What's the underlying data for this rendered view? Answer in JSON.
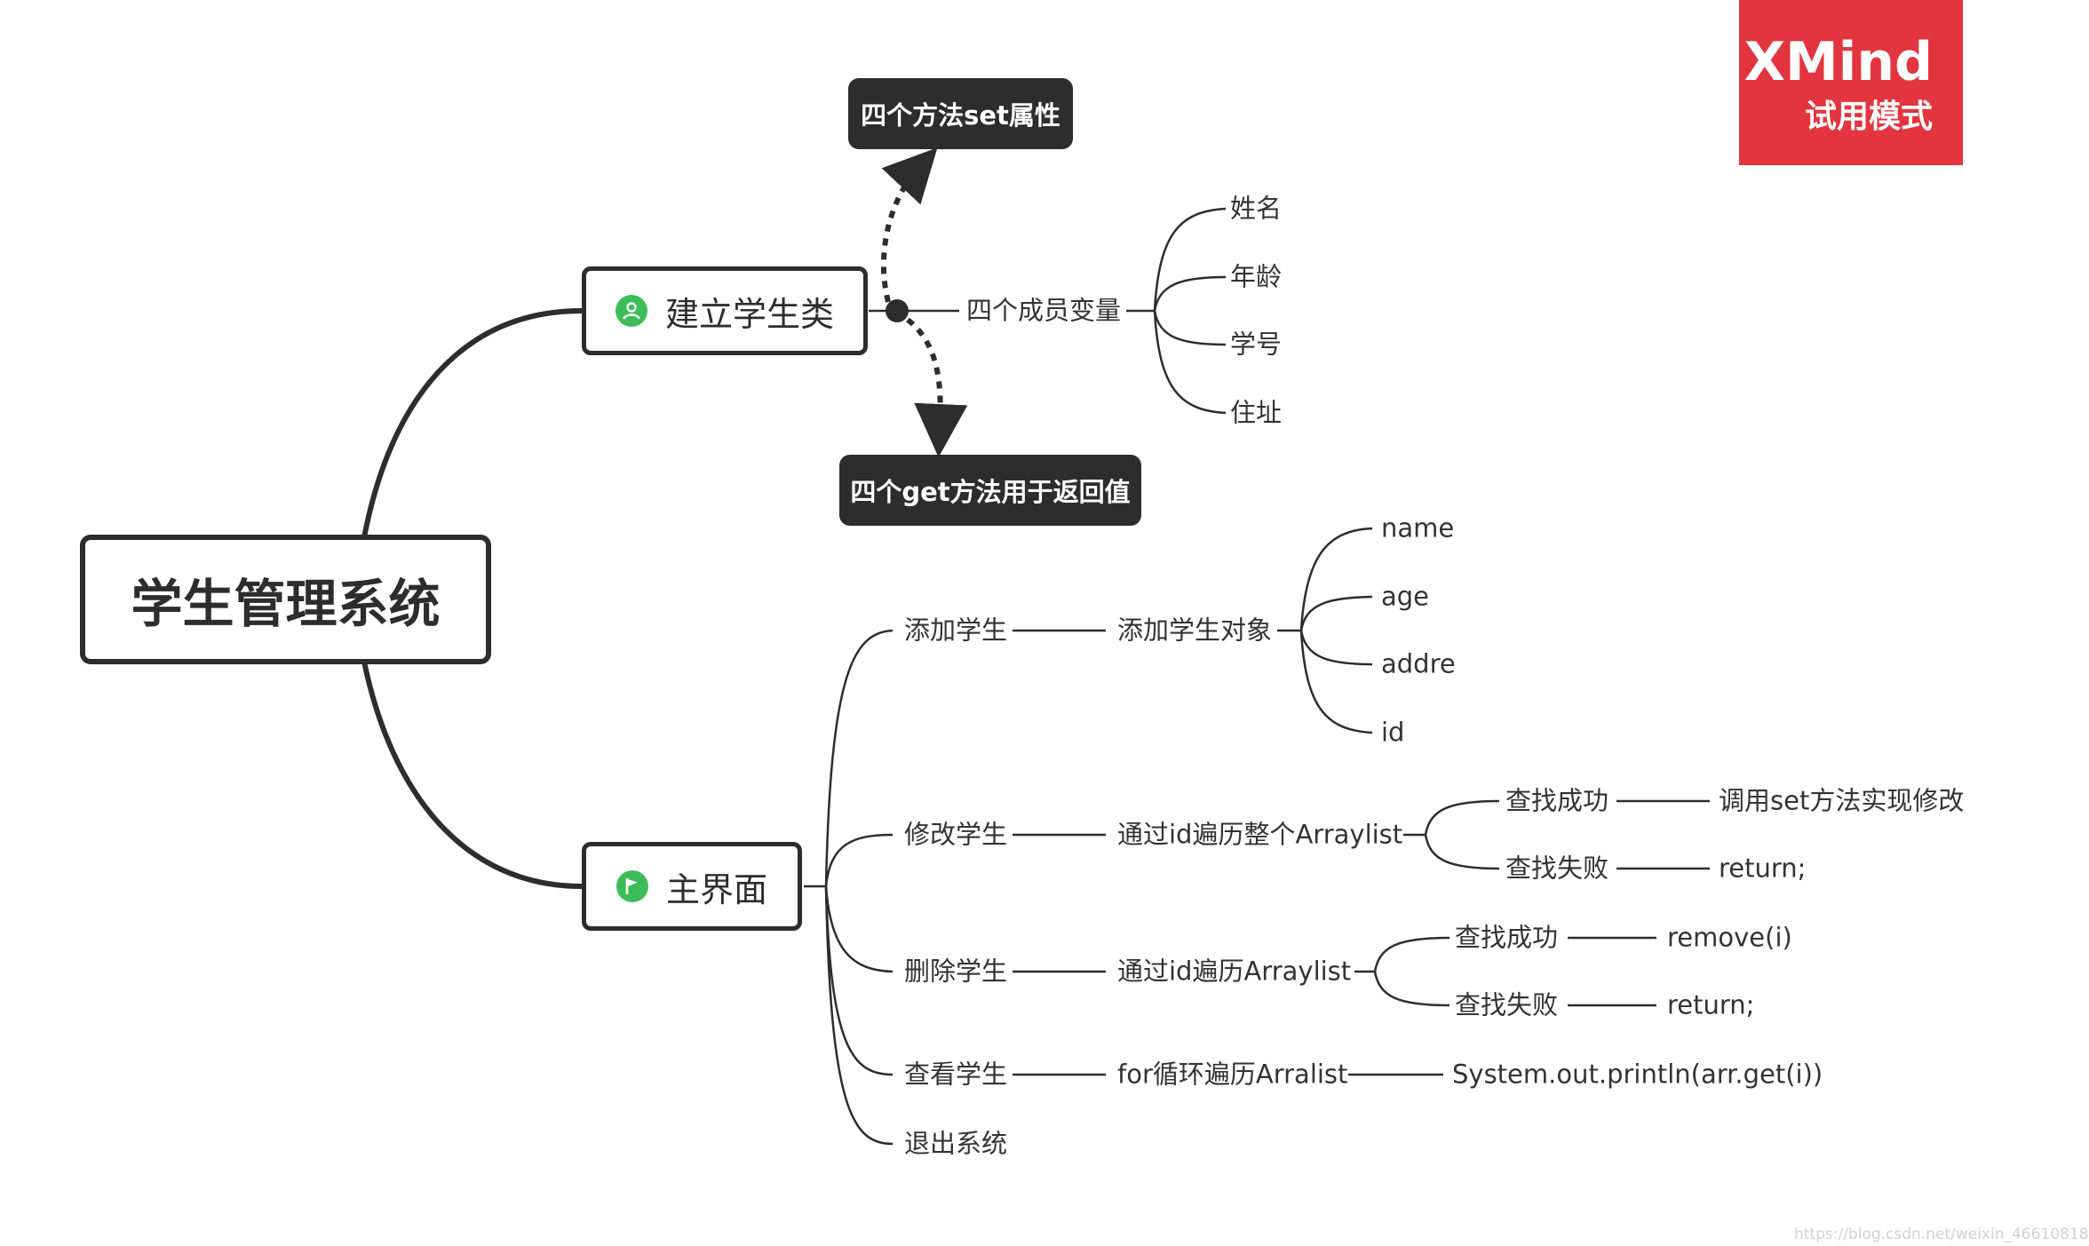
{
  "watermark_badge": {
    "brand": "XMind",
    "mode": "试用模式"
  },
  "central_topic": "学生管理系统",
  "branch1": {
    "title": "建立学生类",
    "icon": "user-group-icon",
    "setter_callout": "四个方法set属性",
    "getter_callout": "四个get方法用于返回值",
    "members_label": "四个成员变量",
    "members": [
      "姓名",
      "年龄",
      "学号",
      "住址"
    ]
  },
  "branch2": {
    "title": "主界面",
    "icon": "flag-icon",
    "add": {
      "label": "添加学生",
      "child": "添加学生对象",
      "fields": [
        "name",
        "age",
        "addre",
        "id"
      ]
    },
    "modify": {
      "label": "修改学生",
      "child": "通过id遍历整个Arraylist",
      "found": "查找成功",
      "found_action": "调用set方法实现修改",
      "notfound": "查找失败",
      "notfound_action": "return;"
    },
    "delete": {
      "label": "删除学生",
      "child": "通过id遍历Arraylist",
      "found": "查找成功",
      "found_action": "remove(i)",
      "notfound": "查找失败",
      "notfound_action": "return;"
    },
    "view": {
      "label": "查看学生",
      "child": "for循环遍历Arralist",
      "action": "System.out.println(arr.get(i))"
    },
    "exit": {
      "label": "退出系统"
    }
  },
  "colors": {
    "line": "#2d2d2d",
    "badge": "#e3353f",
    "icon": "#3dbd5a",
    "callout": "#2d2d2d"
  },
  "footer_watermark": "https://blog.csdn.net/weixin_46610818"
}
